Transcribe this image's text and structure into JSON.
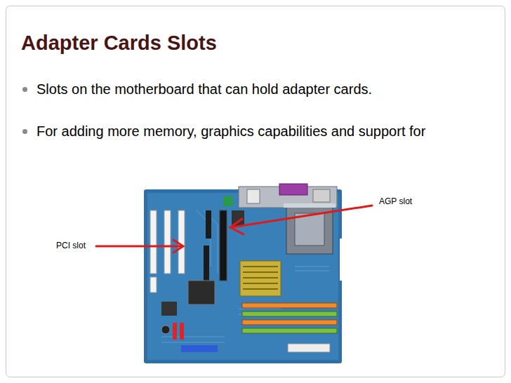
{
  "diagram": {
    "title": "Adapter Cards Slots",
    "labels": [
      "Slots on the motherboard that can hold adapter cards.",
      "For adding more memory, graphics capabilities and support for",
      "AGP slot",
      "PCI slot"
    ]
  }
}
